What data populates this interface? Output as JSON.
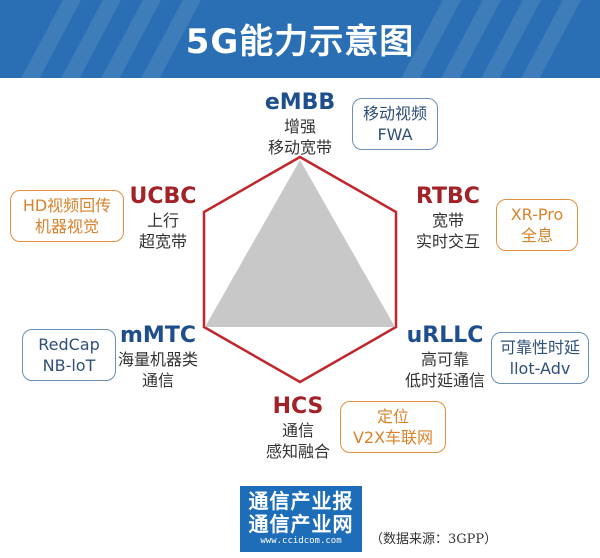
{
  "title": "5G能力示意图",
  "colors": {
    "banner": "#2a6fb3",
    "hexagon": "#c0272d",
    "triangle": "#c8c8c8",
    "blue_text": "#1f4e8c",
    "red_text": "#a32227",
    "orange_text": "#d9822b"
  },
  "nodes": {
    "embb": {
      "name": "eMBB",
      "l1": "增强",
      "l2": "移动宽带"
    },
    "ucbc": {
      "name": "UCBC",
      "l1": "上行",
      "l2": "超宽带"
    },
    "rtbc": {
      "name": "RTBC",
      "l1": "宽带",
      "l2": "实时交互"
    },
    "mmtc": {
      "name": "mMTC",
      "l1": "海量机器类",
      "l2": "通信"
    },
    "urllc": {
      "name": "uRLLC",
      "l1": "高可靠",
      "l2": "低时延通信"
    },
    "hcs": {
      "name": "HCS",
      "l1": "通信",
      "l2": "感知融合"
    }
  },
  "boxes": {
    "fwa": {
      "l1": "移动视频",
      "l2": "FWA"
    },
    "hd": {
      "l1": "HD视频回传",
      "l2": "机器视觉"
    },
    "xr": {
      "l1": "XR-Pro",
      "l2": "全息"
    },
    "redcap": {
      "l1": "RedCap",
      "l2": "NB-loT"
    },
    "llot": {
      "l1": "可靠性时延",
      "l2": "llot-Adv"
    },
    "v2x": {
      "l1": "定位",
      "l2": "V2X车联网"
    }
  },
  "logo": {
    "line1": "通信产业报",
    "line2": "通信产业网",
    "url": "www.ccidcom.com"
  },
  "source": "（数据来源：3GPP）"
}
